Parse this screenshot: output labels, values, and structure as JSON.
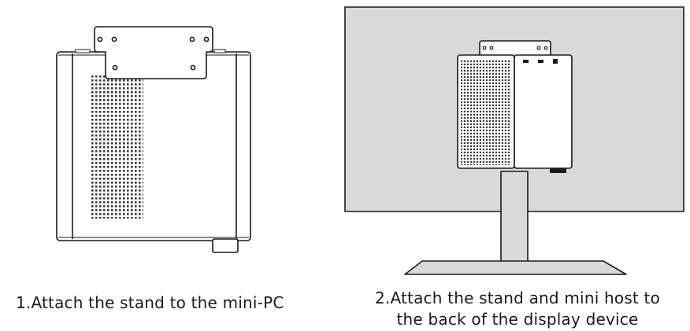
{
  "steps": [
    {
      "number": "1",
      "caption": "1.Attach the stand to the mini-PC"
    },
    {
      "number": "2",
      "caption_line1": "2.Attach the stand and mini host to",
      "caption_line2": "the back of the display device"
    }
  ],
  "colors": {
    "line": "#1a1a1a",
    "monitor_screen": "#d9d9d9",
    "background": "#ffffff",
    "vent_dot": "#3a3a3a"
  }
}
